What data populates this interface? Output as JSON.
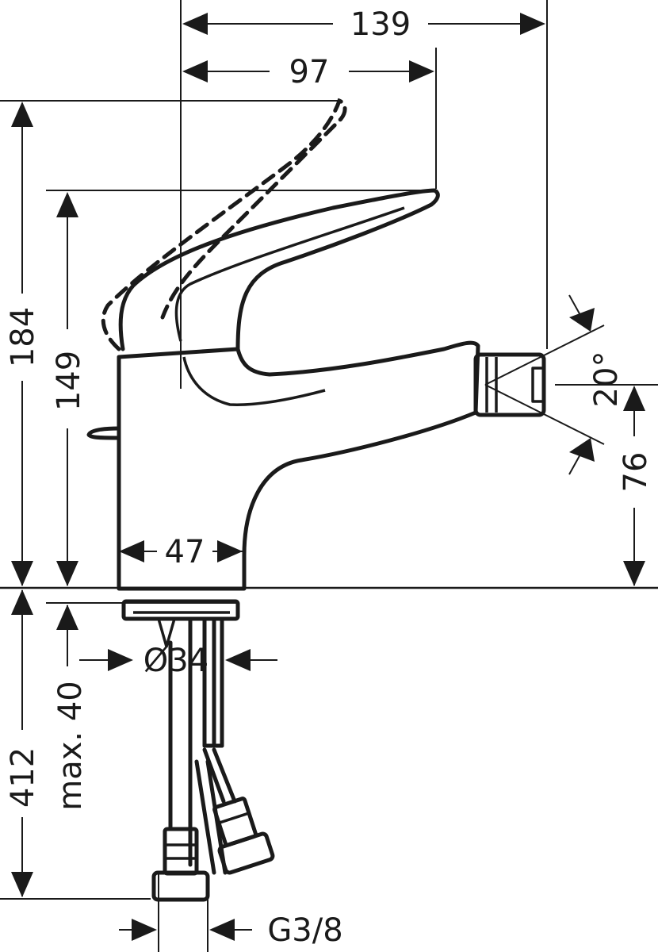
{
  "dimensions": {
    "total_depth": "139",
    "lever_reach": "97",
    "total_height": "184",
    "lever_height": "149",
    "spout_height": "76",
    "spray_angle": "20°",
    "body_width": "47",
    "hole_diameter": "Ø34",
    "below_counter": "412",
    "max_thickness": "max. 40",
    "connection_thread": "G3/8"
  },
  "colors": {
    "ink": "#1a1a1a",
    "background": "#ffffff"
  }
}
